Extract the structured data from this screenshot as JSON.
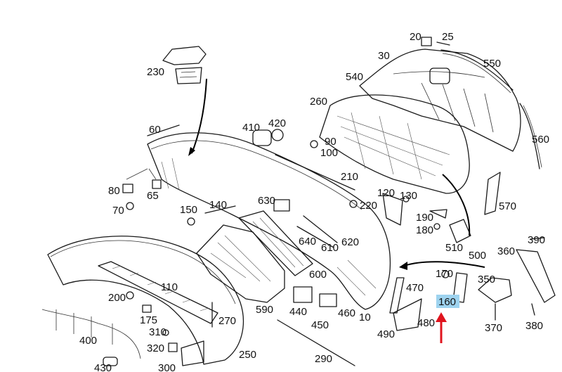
{
  "diagram": {
    "highlight_color": "#9ed3ef",
    "arrow_color": "#e0141e",
    "highlighted_part": "160",
    "part_labels": [
      "20",
      "25",
      "30",
      "550",
      "540",
      "560",
      "260",
      "420",
      "410",
      "90",
      "100",
      "230",
      "60",
      "210",
      "80",
      "65",
      "70",
      "150",
      "140",
      "630",
      "120",
      "130",
      "220",
      "570",
      "190",
      "180",
      "640",
      "610",
      "620",
      "510",
      "500",
      "390",
      "360",
      "600",
      "170",
      "350",
      "470",
      "110",
      "200",
      "160",
      "175",
      "270",
      "440",
      "450",
      "460",
      "10",
      "590",
      "310",
      "400",
      "320",
      "480",
      "370",
      "380",
      "490",
      "250",
      "430",
      "300",
      "290"
    ]
  }
}
